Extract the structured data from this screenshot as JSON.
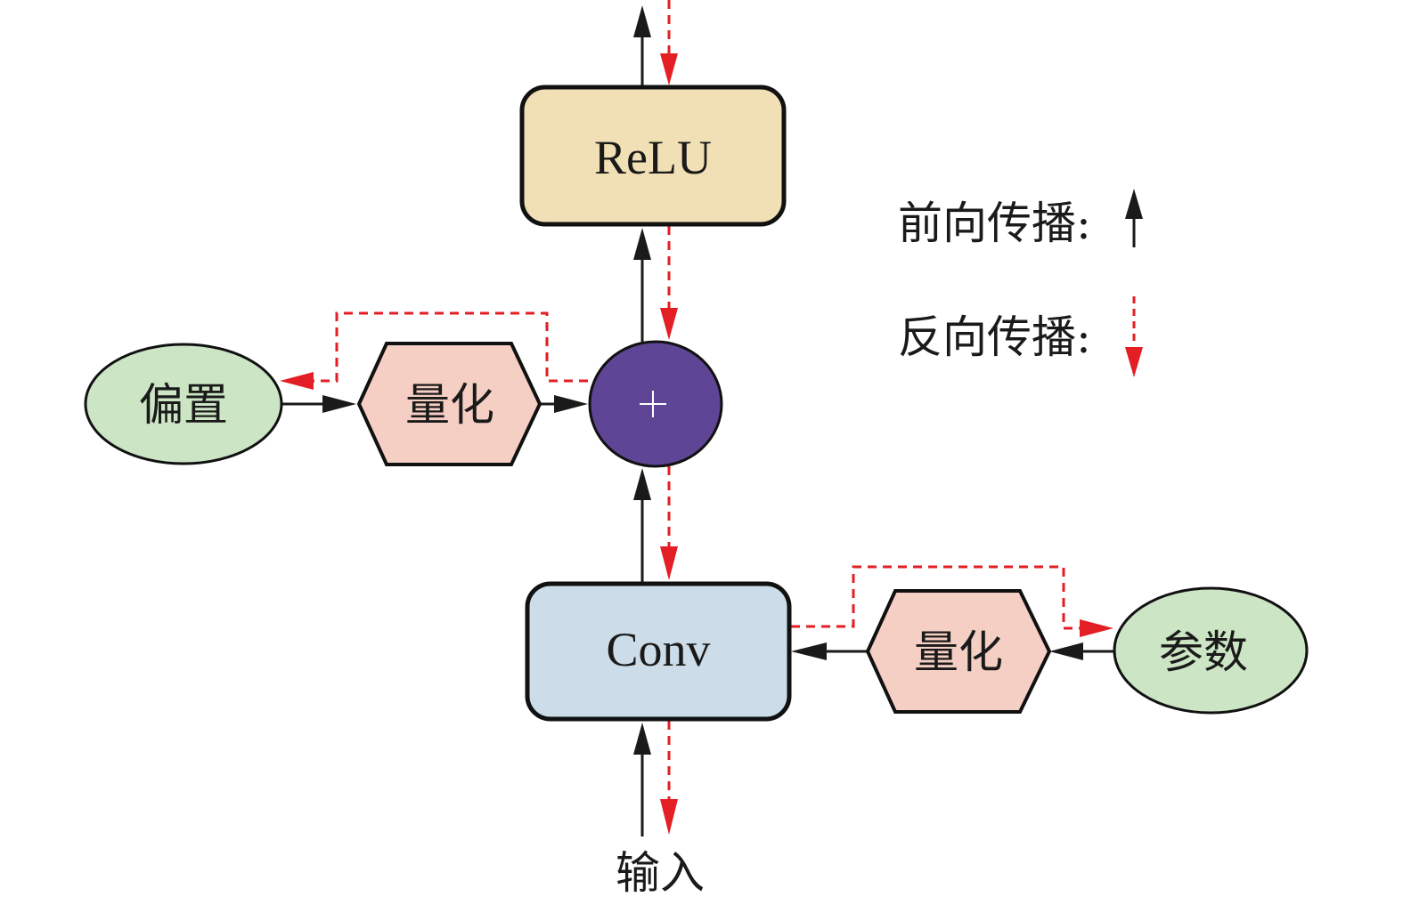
{
  "diagram": {
    "nodes": {
      "relu": {
        "label": "ReLU",
        "fill": "#f1e0b5"
      },
      "add": {
        "label": "+",
        "fill": "#5f4596"
      },
      "conv": {
        "label": "Conv",
        "fill": "#ccdde9"
      },
      "bias": {
        "label": "偏置",
        "fill": "#cce5c4"
      },
      "quant_bias": {
        "label": "量化",
        "fill": "#f5cfc3"
      },
      "quant_param": {
        "label": "量化",
        "fill": "#f5cfc3"
      },
      "param": {
        "label": "参数",
        "fill": "#cce5c4"
      },
      "input": {
        "label": "输入"
      }
    },
    "legend": {
      "forward": {
        "label": "前向传播:",
        "color": "#1a1a1a"
      },
      "backward": {
        "label": "反向传播:",
        "color": "#e31e24"
      }
    },
    "edges": [
      {
        "from": "input",
        "to": "conv",
        "type": "forward"
      },
      {
        "from": "conv",
        "to": "add",
        "type": "forward"
      },
      {
        "from": "add",
        "to": "relu",
        "type": "forward"
      },
      {
        "from": "relu",
        "to": "output",
        "type": "forward"
      },
      {
        "from": "bias",
        "to": "quant_bias",
        "type": "forward"
      },
      {
        "from": "quant_bias",
        "to": "add",
        "type": "forward"
      },
      {
        "from": "param",
        "to": "quant_param",
        "type": "forward"
      },
      {
        "from": "quant_param",
        "to": "conv",
        "type": "forward"
      },
      {
        "from": "output",
        "to": "relu",
        "type": "backward"
      },
      {
        "from": "relu",
        "to": "add",
        "type": "backward"
      },
      {
        "from": "add",
        "to": "conv",
        "type": "backward"
      },
      {
        "from": "conv",
        "to": "input",
        "type": "backward"
      },
      {
        "from": "add",
        "to": "bias",
        "type": "backward"
      },
      {
        "from": "conv",
        "to": "param",
        "type": "backward"
      }
    ]
  }
}
